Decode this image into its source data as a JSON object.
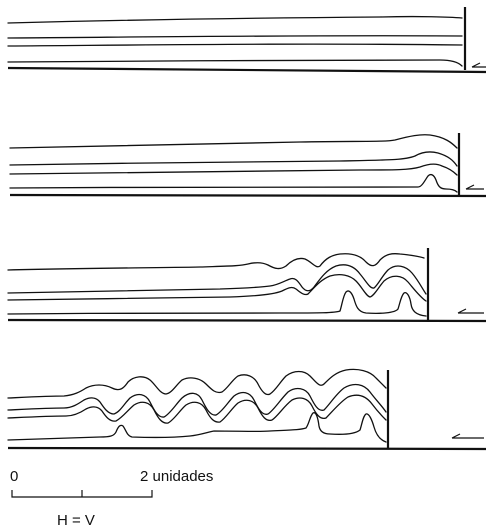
{
  "colors": {
    "ink": "#111111",
    "background": "#ffffff"
  },
  "panels": [
    {
      "id": "stage-1",
      "shortening": "none"
    },
    {
      "id": "stage-2",
      "shortening": "small"
    },
    {
      "id": "stage-3",
      "shortening": "moderate"
    },
    {
      "id": "stage-4",
      "shortening": "large"
    }
  ],
  "scale": {
    "start_label": "0",
    "end_label": "2 unidades",
    "ratio_label": "H = V"
  }
}
